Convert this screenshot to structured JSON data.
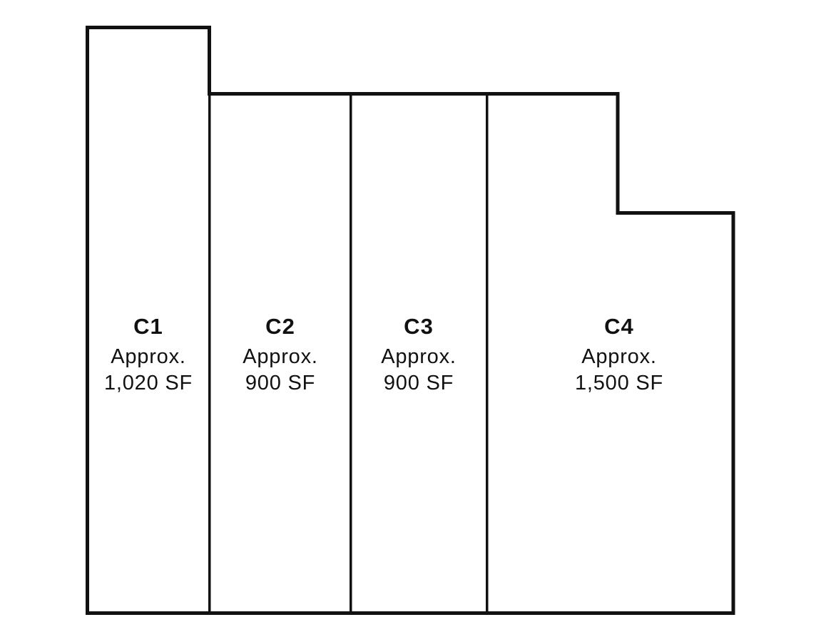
{
  "colors": {
    "outline": "#111111",
    "background": "#ffffff",
    "text": "#111111"
  },
  "units": [
    {
      "id": "C1",
      "approx_label": "Approx.",
      "area": "1,020 SF"
    },
    {
      "id": "C2",
      "approx_label": "Approx.",
      "area": "900 SF"
    },
    {
      "id": "C3",
      "approx_label": "Approx.",
      "area": "900 SF"
    },
    {
      "id": "C4",
      "approx_label": "Approx.",
      "area": "1,500 SF"
    }
  ]
}
